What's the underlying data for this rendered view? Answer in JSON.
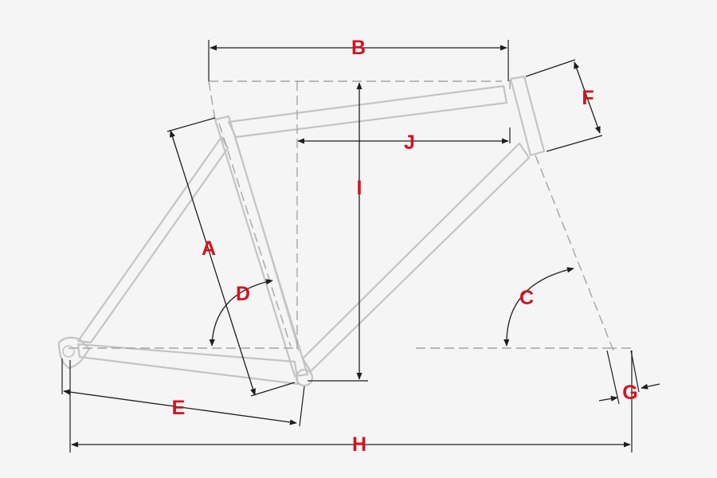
{
  "colors": {
    "background": "#f5f5f5",
    "frame": "#c4c4c4",
    "dimension": "#1e1e1e",
    "label": "#d4121e"
  },
  "labels": {
    "a": "A",
    "b": "B",
    "c": "C",
    "d": "D",
    "e": "E",
    "f": "F",
    "g": "G",
    "h": "H",
    "i": "I",
    "j": "J"
  }
}
